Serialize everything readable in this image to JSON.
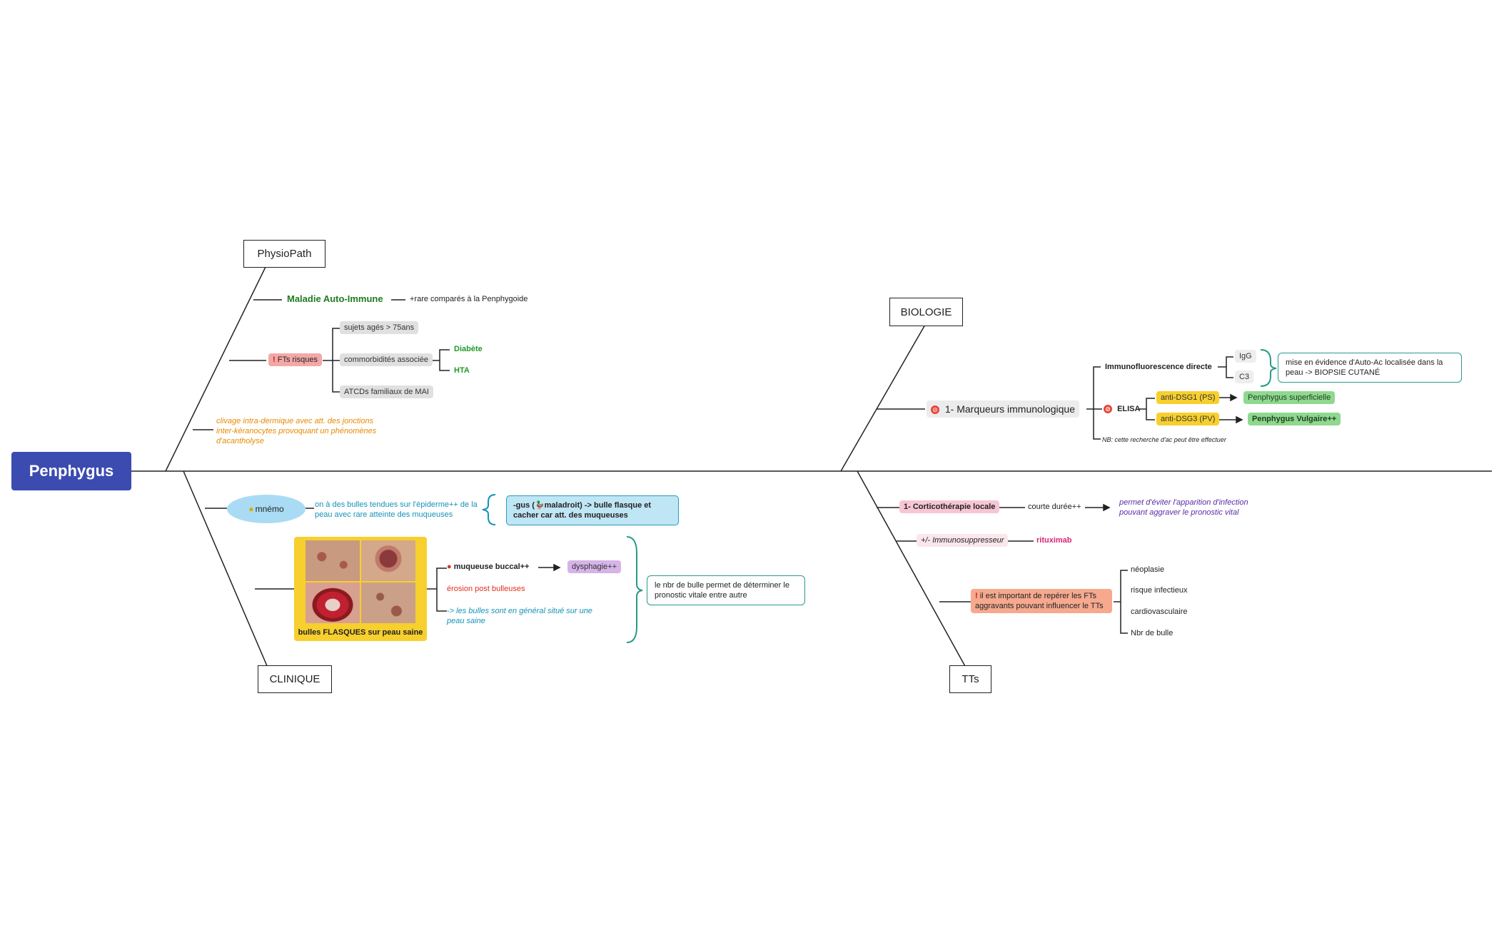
{
  "root": {
    "title": "Penphygus"
  },
  "categories": {
    "physiopath": "PhysioPath",
    "clinique": "CLINIQUE",
    "biologie": "BIOLOGIE",
    "tts": "TTs"
  },
  "physiopath": {
    "maladie": "Maladie Auto-Immune",
    "maladie_note": "+rare comparés à la Penphygoide",
    "fts_label": "FTs risques",
    "fts_items": [
      "sujets agés > 75ans",
      "commorbidités associée",
      "ATCDs familiaux de MAI"
    ],
    "comorb_items": [
      "Diabète",
      "HTA"
    ],
    "clivage": "clivage intra-dermique avec att. des jonctions inter-kéranocytes provoquant un phénomènes d'acantholyse"
  },
  "clinique": {
    "mnemo_label": "mnémo",
    "mnemo_text": "on à des bulles tendues sur l'épiderme++ de la peau avec rare atteinte des muqueuses",
    "mnemo_box": "-gus (🦆maladroit) -> bulle flasque et cacher car att. des muqueuses",
    "image_caption": "bulles FLASQUES sur peau saine",
    "muqueuse": "muqueuse buccal++",
    "dysphagie": "dysphagie++",
    "erosion": "érosion post bulleuses",
    "bulles_situees": "-> les bulles sont en général situé sur une peau saine",
    "pronostic": "le nbr de bulle permet de déterminer le pronostic vitale entre autre"
  },
  "biologie": {
    "marqueurs": "1- Marqueurs immunologique",
    "ifd": "Immunofluorescence directe",
    "ifd_items": [
      "IgG",
      "C3"
    ],
    "ifd_note": "mise en évidence d'Auto-Ac localisée dans la peau -> BIOPSIE CUTANÉ",
    "elisa": "ELISA",
    "anti_dsg1": "anti-DSG1 (PS)",
    "anti_dsg3": "anti-DSG3 (PV)",
    "ps_result": "Penphygus superficielle",
    "pv_result": "Penphygus Vulgaire++",
    "nb": "NB: cette recherche d'ac peut être effectuer"
  },
  "tts": {
    "cortico": "1- Corticothérapie locale",
    "cortico_duree": "courte durée++",
    "cortico_note": "permet d'éviter l'apparition d'infection pouvant aggraver le pronostic vital",
    "immuno": "+/- Immunosuppresseur",
    "rituximab": "rituximab",
    "important": "il est important de repérer les FTs aggravants pouvant influencer le TTs",
    "important_items": [
      "néoplasie",
      "risque infectieux",
      "cardiovasculaire",
      "Nbr de bulle"
    ]
  },
  "colors": {
    "root": "#3b4bb0",
    "green": "#1f9a2a",
    "teal": "#2a9a8a",
    "yellow": "#f7cf2e",
    "pink": "#f7c6d4",
    "salmon": "#f6a98f",
    "lavender": "#d6b3e8"
  }
}
